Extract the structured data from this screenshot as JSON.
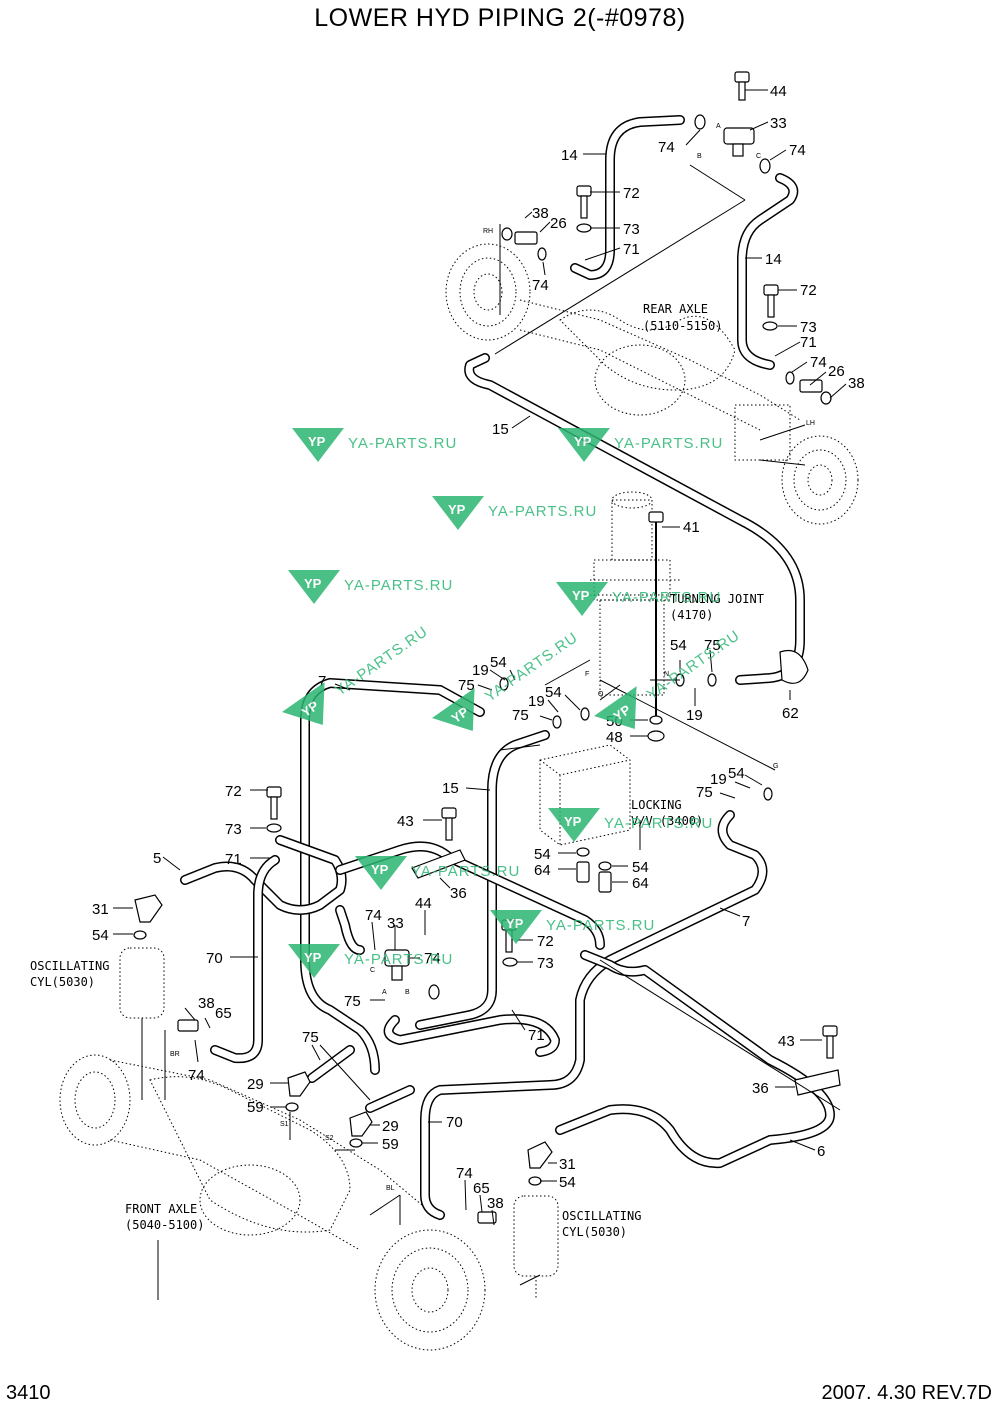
{
  "header": {
    "title": "LOWER HYD PIPING 2(-#0978)"
  },
  "footer": {
    "page_number": "3410",
    "revision": "2007. 4.30  REV.7D"
  },
  "notes": {
    "rear_axle": [
      "REAR AXLE",
      "(5110-5150)"
    ],
    "turning_joint": [
      "TURNING JOINT",
      "(4170)"
    ],
    "locking_valve": [
      "LOCKING",
      "V/V (3400)"
    ],
    "front_axle": [
      "FRONT AXLE",
      "(5040-5100)"
    ],
    "osc_cyl_left": [
      "OSCILLATING",
      "CYL(5030)"
    ],
    "osc_cyl_right": [
      "OSCILLATING",
      "CYL(5030)"
    ]
  },
  "watermark": {
    "text": "YA-PARTS.RU",
    "logo": "YP",
    "color": "#2bb673"
  },
  "port_letters": [
    "A",
    "B",
    "C",
    "RH",
    "LH",
    "BR",
    "BL",
    "S1",
    "S2",
    "F",
    "G",
    "Q",
    "N",
    "A",
    "B",
    "C"
  ],
  "callouts": [
    "44",
    "33",
    "74",
    "74",
    "14",
    "72",
    "38",
    "26",
    "73",
    "71",
    "74",
    "14",
    "72",
    "73",
    "71",
    "74",
    "26",
    "38",
    "15",
    "41",
    "54",
    "75",
    "62",
    "19",
    "7",
    "19",
    "54",
    "75",
    "19",
    "54",
    "75",
    "50",
    "48",
    "15",
    "54",
    "19",
    "75",
    "72",
    "43",
    "73",
    "5",
    "71",
    "36",
    "54",
    "64",
    "54",
    "64",
    "31",
    "54",
    "74",
    "33",
    "44",
    "74",
    "7",
    "70",
    "72",
    "73",
    "75",
    "71",
    "38",
    "65",
    "74",
    "75",
    "29",
    "59",
    "43",
    "36",
    "29",
    "59",
    "70",
    "6",
    "31",
    "54",
    "74",
    "65",
    "38"
  ]
}
